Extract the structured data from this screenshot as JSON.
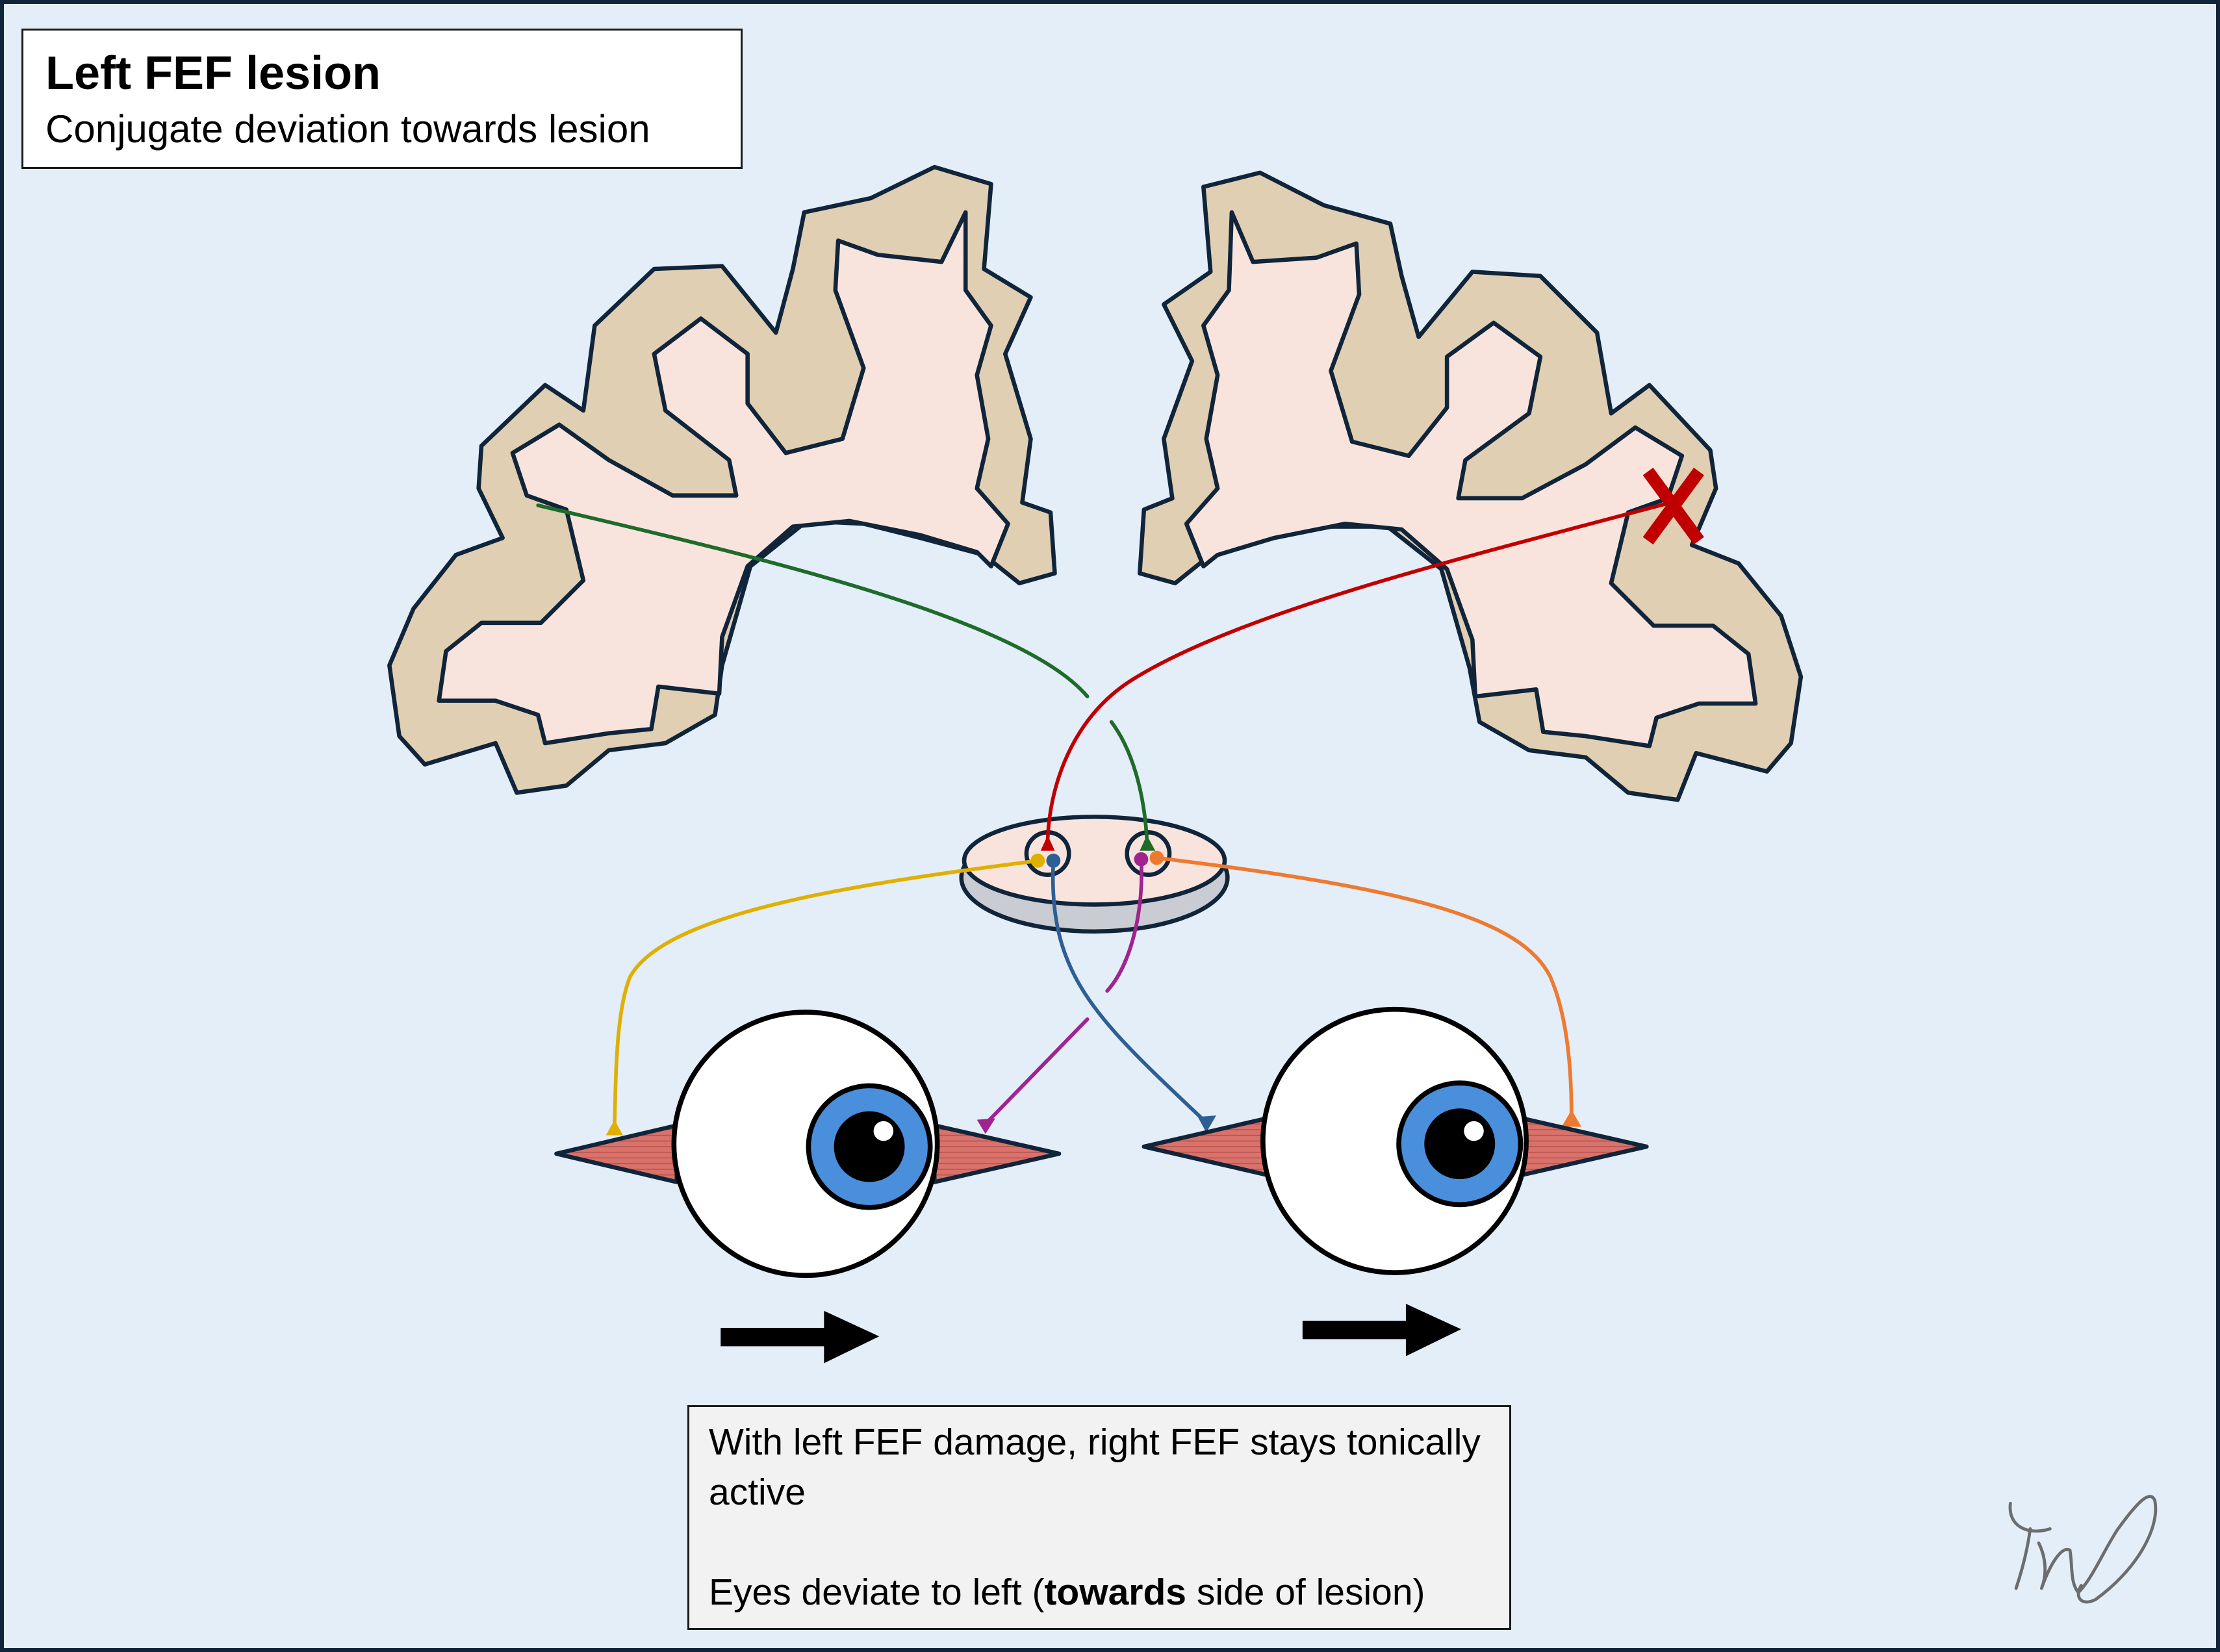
{
  "title": "Left FEF lesion",
  "subtitle": "Conjugate deviation towards lesion",
  "caption": {
    "line1": "With left FEF damage, right FEF stays tonically active",
    "line2_prefix": "Eyes deviate to left (",
    "line2_bold": "towards",
    "line2_suffix": " side of lesion)"
  },
  "colors": {
    "background": "#e3eef9",
    "cortex_gray": "#e0cfb3",
    "white_matter": "#f9e4dd",
    "outline": "#10243a",
    "right_fef_pathway": "#1f6b2a",
    "left_fef_pathway": "#c00000",
    "yellow_pathway": "#e0b000",
    "blue_pathway": "#2e5f94",
    "purple_pathway": "#a0238f",
    "orange_pathway": "#ee7a30",
    "lesion_mark": "#c00000",
    "iris": "#4a8fdc",
    "muscle": "#d9726b"
  },
  "icons": [
    "lesion-x-icon",
    "arrow-right-icon",
    "signature-icon"
  ]
}
